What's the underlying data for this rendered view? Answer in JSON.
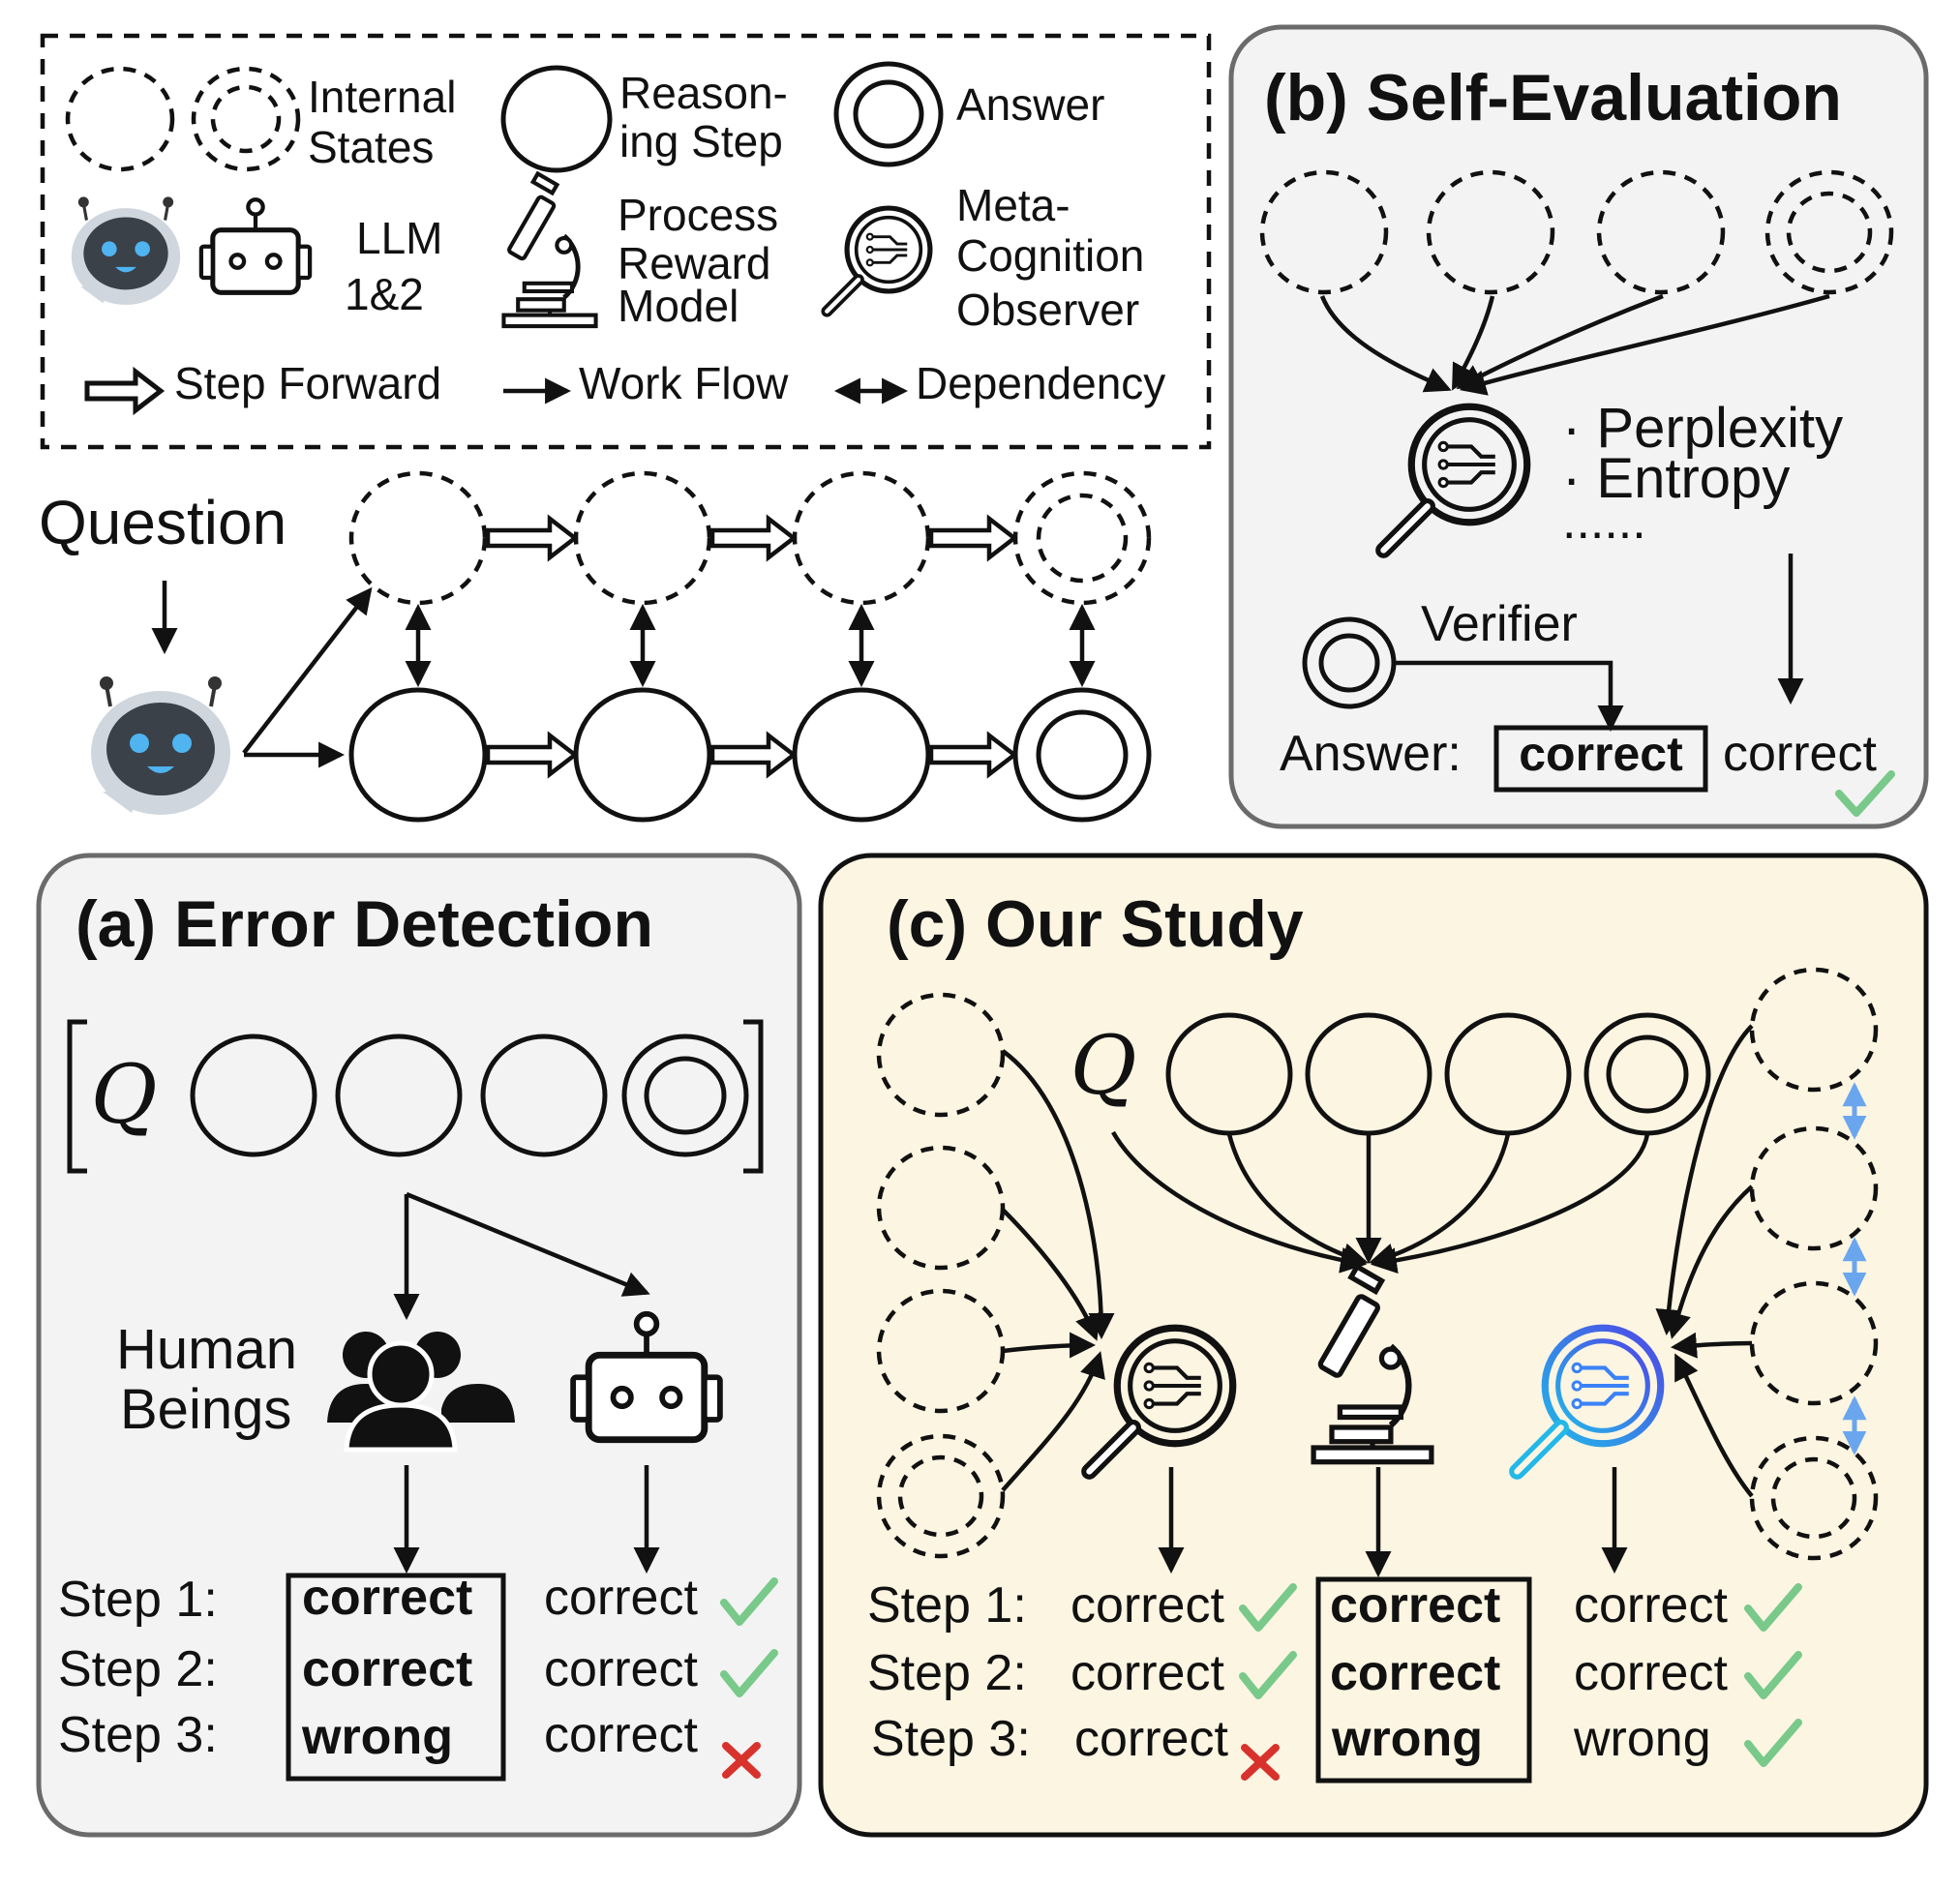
{
  "legend": {
    "internal_states": [
      "Internal",
      "States"
    ],
    "reasoning_step": [
      "Reason-",
      "ing Step"
    ],
    "answer": "Answer",
    "llm": [
      "LLM",
      "1&2"
    ],
    "prm": [
      "Process",
      "Reward",
      "Model"
    ],
    "observer": [
      "Meta-",
      "Cognition",
      "Observer"
    ],
    "step_forward": "Step Forward",
    "work_flow": "Work Flow",
    "dependency": "Dependency"
  },
  "question_label": "Question",
  "panel_b": {
    "title": "(b) Self-Evaluation",
    "metrics": [
      "· Perplexity",
      "· Entropy",
      "......"
    ],
    "verifier": "Verifier",
    "answer_label": "Answer:",
    "boxed_value": "correct",
    "observer_value": "correct"
  },
  "panel_a": {
    "title": "(a) Error Detection",
    "q_symbol": "Q",
    "human_label": [
      "Human",
      "Beings"
    ],
    "step_labels": [
      "Step 1:",
      "Step 2:",
      "Step 3:"
    ],
    "human_values": [
      "correct",
      "correct",
      "wrong"
    ],
    "llm_values": [
      "correct",
      "correct",
      "correct"
    ],
    "llm_marks": [
      "check",
      "check",
      "cross"
    ]
  },
  "panel_c": {
    "title": "(c) Our Study",
    "q_symbol": "Q",
    "step_labels": [
      "Step 1:",
      "Step 2:",
      "Step 3:"
    ],
    "observer_values": [
      "correct",
      "correct",
      "correct"
    ],
    "observer_marks": [
      "check",
      "check",
      "cross"
    ],
    "prm_values": [
      "correct",
      "correct",
      "wrong"
    ],
    "ours_values": [
      "correct",
      "correct",
      "wrong"
    ],
    "ours_marks": [
      "check",
      "check",
      "check"
    ]
  },
  "colors": {
    "panel_gray": "#f3f3f3",
    "panel_cream": "#fcf5e2",
    "check": "#79c98a",
    "cross": "#d8322c",
    "accent_blue": "#3b82f6",
    "dependency_blue": "#6aa6ee"
  }
}
